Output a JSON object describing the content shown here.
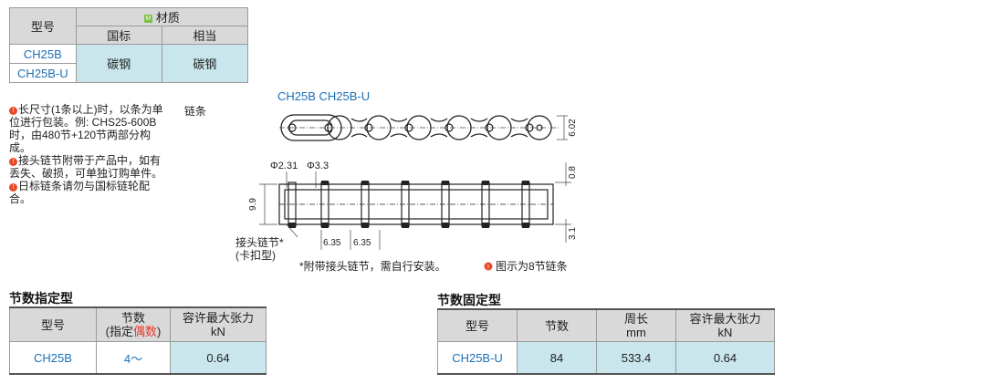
{
  "material_table": {
    "model_header": "型号",
    "badge": "M",
    "material_header": "材质",
    "gb_header": "国标",
    "equiv_header": "相当",
    "models": [
      "CH25B",
      "CH25B-U"
    ],
    "gb_value": "碳钢",
    "equiv_value": "碳钢"
  },
  "notes": {
    "note1": "长尺寸(1条以上)时，以条为单位进行包装。例: CHS25-600B时，由480节+120节两部分构成。",
    "note2": "接头链节附带于产品中，如有丢失、破损，可单独订购单件。",
    "note3": "日标链条请勿与国标链轮配合。",
    "marker": "!",
    "chain_label": "链条"
  },
  "drawing": {
    "title": "CH25B CH25B-U",
    "dim_602": "6.02",
    "dim_231": "Φ2.31",
    "dim_33": "Φ3.3",
    "dim_08": "0.8",
    "dim_99": "9.9",
    "dim_31": "3.1",
    "dim_635a": "6.35",
    "dim_635b": "6.35",
    "joint_label1": "接头链节*",
    "joint_label2": "(卡扣型)",
    "footnote": "*附带接头链节，需自行安装。",
    "footnote2": "图示为8节链条"
  },
  "section1": {
    "title": "节数指定型",
    "h_model": "型号",
    "h_links1": "节数",
    "h_links2_a": "(指定",
    "h_links2_red": "偶数",
    "h_links2_b": ")",
    "h_tension1": "容许最大张力",
    "h_tension2": "kN",
    "row": {
      "model": "CH25B",
      "links": "4～",
      "tension": "0.64"
    }
  },
  "section2": {
    "title": "节数固定型",
    "h_model": "型号",
    "h_links": "节数",
    "h_perimeter1": "周长",
    "h_perimeter2": "mm",
    "h_tension1": "容许最大张力",
    "h_tension2": "kN",
    "row": {
      "model": "CH25B-U",
      "links": "84",
      "perimeter": "533.4",
      "tension": "0.64"
    }
  }
}
